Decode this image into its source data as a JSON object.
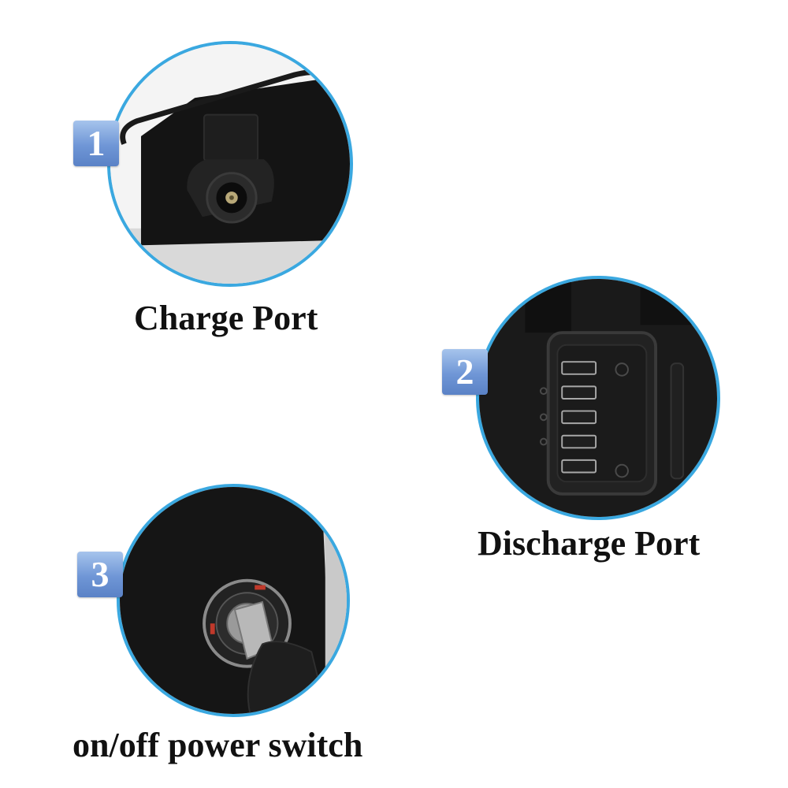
{
  "items": [
    {
      "number": "1",
      "label": "Charge Port"
    },
    {
      "number": "2",
      "label": "Discharge Port"
    },
    {
      "number": "3",
      "label": "on/off power switch"
    }
  ],
  "colors": {
    "ring": "#3aa8e0",
    "badge": "#6f96d6",
    "caption": "#111111",
    "background": "#ffffff"
  },
  "icons": [
    "charge-port-photo",
    "discharge-port-photo",
    "key-switch-photo"
  ]
}
